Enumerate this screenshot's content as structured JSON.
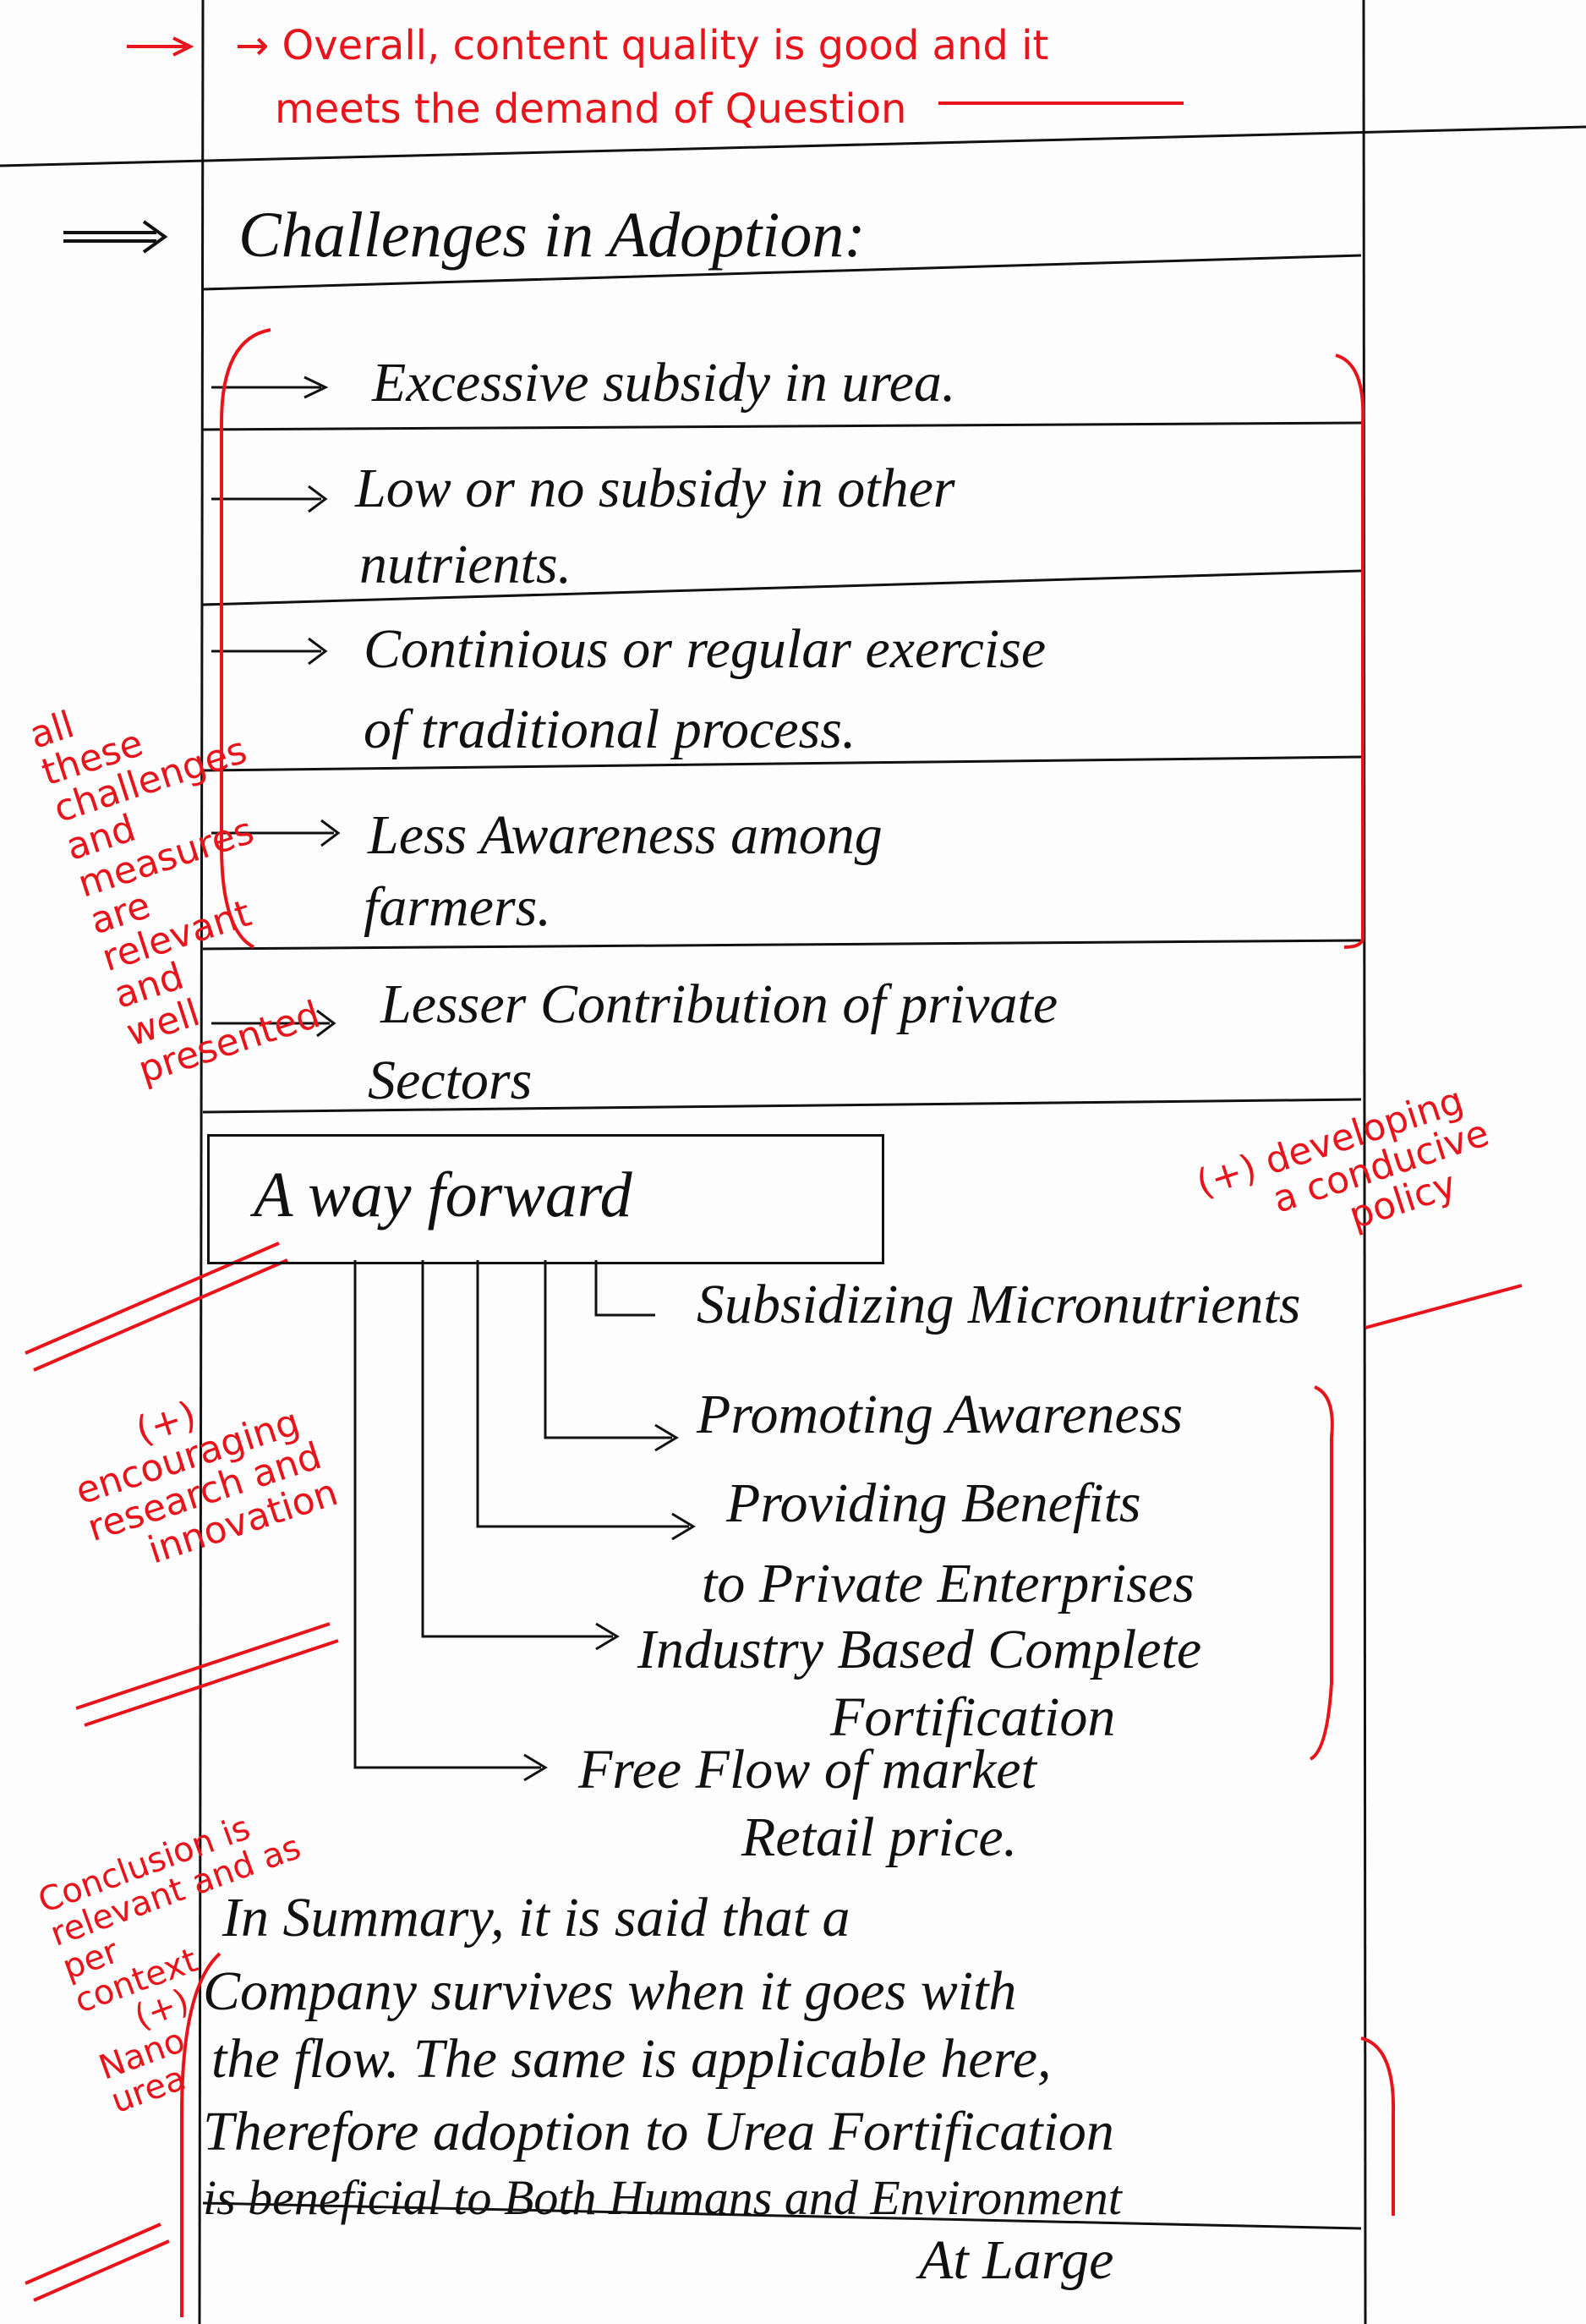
{
  "top_comment": {
    "line1": "→ Overall, content quality is good and it",
    "line2": "meets the demand of Question"
  },
  "challenges": {
    "heading": "Challenges in Adoption:",
    "items": [
      {
        "line1": "Excessive subsidy in urea."
      },
      {
        "line1": "Low or no subsidy in other",
        "line2": "nutrients."
      },
      {
        "line1": "Continious or regular exercise",
        "line2": "of traditional process."
      },
      {
        "line1": "Less Awareness among",
        "line2": "farmers."
      },
      {
        "line1": "Lesser Contribution of private",
        "line2": "Sectors"
      }
    ]
  },
  "way_forward": {
    "heading": "A way forward",
    "items": [
      {
        "line1": "Subsidizing Micronutrients"
      },
      {
        "line1": "Promoting Awareness"
      },
      {
        "line1": "Providing Benefits",
        "line2": "to Private Enterprises"
      },
      {
        "line1": "Industry Based Complete",
        "line2": "Fortification"
      },
      {
        "line1": "Free Flow of market",
        "line2": "Retail price."
      }
    ]
  },
  "conclusion": {
    "lines": [
      "In Summary, it is said that a",
      "Company survives when it goes with",
      "the flow. The same is applicable here,",
      "Therefore adoption to Urea Fortification",
      "is beneficial to Both Humans and Environment",
      "At Large"
    ]
  },
  "margin_notes": {
    "relevance": [
      "all",
      "these",
      "challenges",
      "and",
      "measures",
      "are",
      "relevant",
      "and",
      "well",
      "presented"
    ],
    "research": [
      "(+)",
      "encouraging",
      "research and",
      "innovation"
    ],
    "policy": [
      "(+) developing",
      "a conducive",
      "policy"
    ],
    "conclusion": [
      "Conclusion is",
      "relevant and as",
      "per",
      "context",
      "(+)",
      "Nano",
      "urea"
    ]
  },
  "colors": {
    "ink": "#111111",
    "review_red": "#e8141b"
  }
}
